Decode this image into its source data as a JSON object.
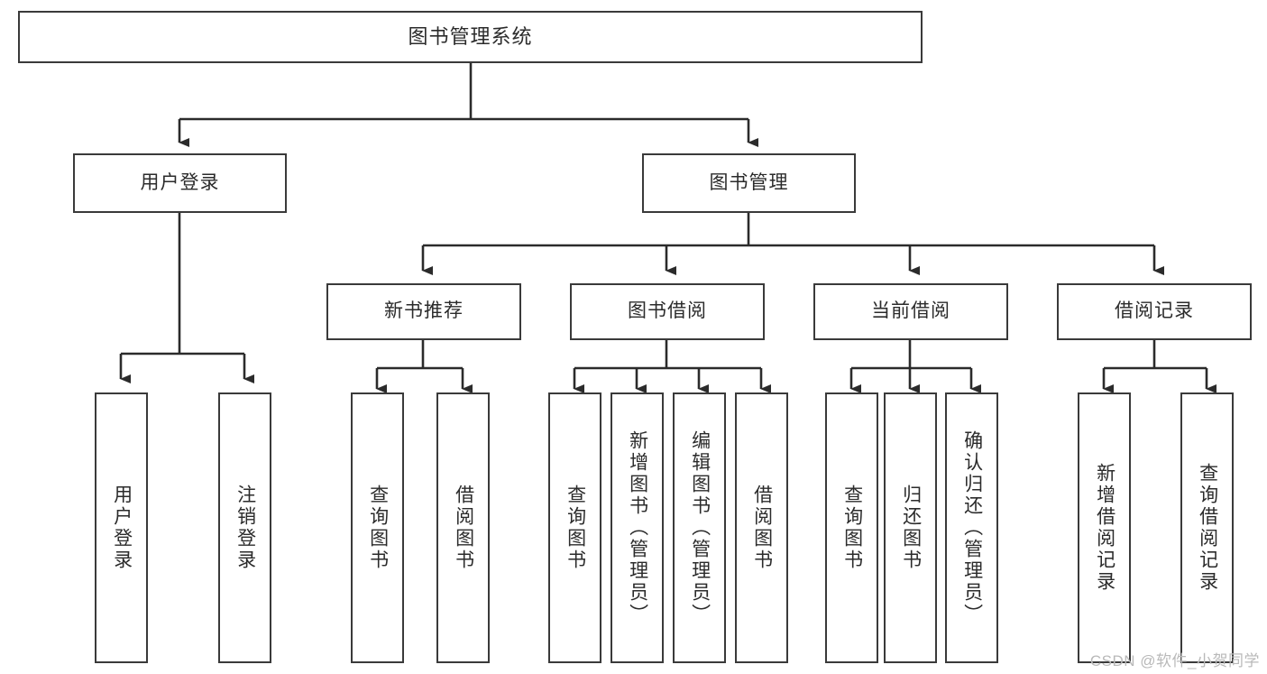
{
  "diagram": {
    "type": "tree-hierarchy-chart",
    "title": "图书管理系统",
    "colors": {
      "box_border": "#3a3a3a",
      "box_fill": "#ffffff",
      "connector": "#2b2b2b",
      "text": "#2b2b2b",
      "watermark": "#b9b9b9",
      "background": "#ffffff"
    },
    "nodes": {
      "root": {
        "label": "图书管理系统"
      },
      "level1": [
        {
          "id": "user-login",
          "label": "用户登录"
        },
        {
          "id": "book-manage",
          "label": "图书管理"
        }
      ],
      "level2": [
        {
          "id": "new-book-recommend",
          "label": "新书推荐",
          "parent": "book-manage"
        },
        {
          "id": "book-borrow",
          "label": "图书借阅",
          "parent": "book-manage"
        },
        {
          "id": "current-borrow",
          "label": "当前借阅",
          "parent": "book-manage"
        },
        {
          "id": "borrow-record",
          "label": "借阅记录",
          "parent": "book-manage"
        }
      ],
      "leaves": {
        "user_login": [
          {
            "id": "leaf-user-login",
            "label": "用户登录"
          },
          {
            "id": "leaf-logout",
            "label": "注销登录"
          }
        ],
        "new_book_recommend": [
          {
            "id": "leaf-query-book-1",
            "label": "查询图书"
          },
          {
            "id": "leaf-borrow-book-1",
            "label": "借阅图书"
          }
        ],
        "book_borrow": [
          {
            "id": "leaf-query-book-2",
            "label": "查询图书"
          },
          {
            "id": "leaf-add-book",
            "label": "新增图书（管理员）"
          },
          {
            "id": "leaf-edit-book",
            "label": "编辑图书（管理员）"
          },
          {
            "id": "leaf-borrow-book-2",
            "label": "借阅图书"
          }
        ],
        "current_borrow": [
          {
            "id": "leaf-query-book-3",
            "label": "查询图书"
          },
          {
            "id": "leaf-return-book",
            "label": "归还图书"
          },
          {
            "id": "leaf-confirm-return",
            "label": "确认归还（管理员）"
          }
        ],
        "borrow_record": [
          {
            "id": "leaf-add-record",
            "label": "新增借阅记录"
          },
          {
            "id": "leaf-query-record",
            "label": "查询借阅记录"
          }
        ]
      }
    }
  },
  "watermark": {
    "text": "CSDN @软件_小贺同学"
  }
}
